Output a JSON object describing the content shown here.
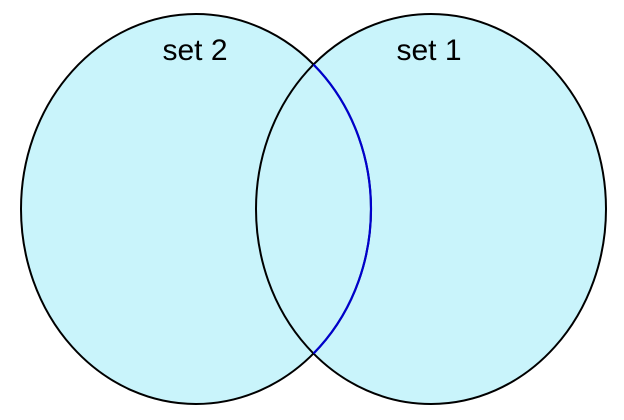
{
  "diagram": {
    "type": "venn",
    "sets": [
      {
        "id": "set-2",
        "label": "set 2"
      },
      {
        "id": "set-1",
        "label": "set 1"
      }
    ],
    "colors": {
      "fill": "#c9f4fb",
      "outline": "#000000",
      "highlight": "#0000cc",
      "text": "#000000"
    }
  }
}
